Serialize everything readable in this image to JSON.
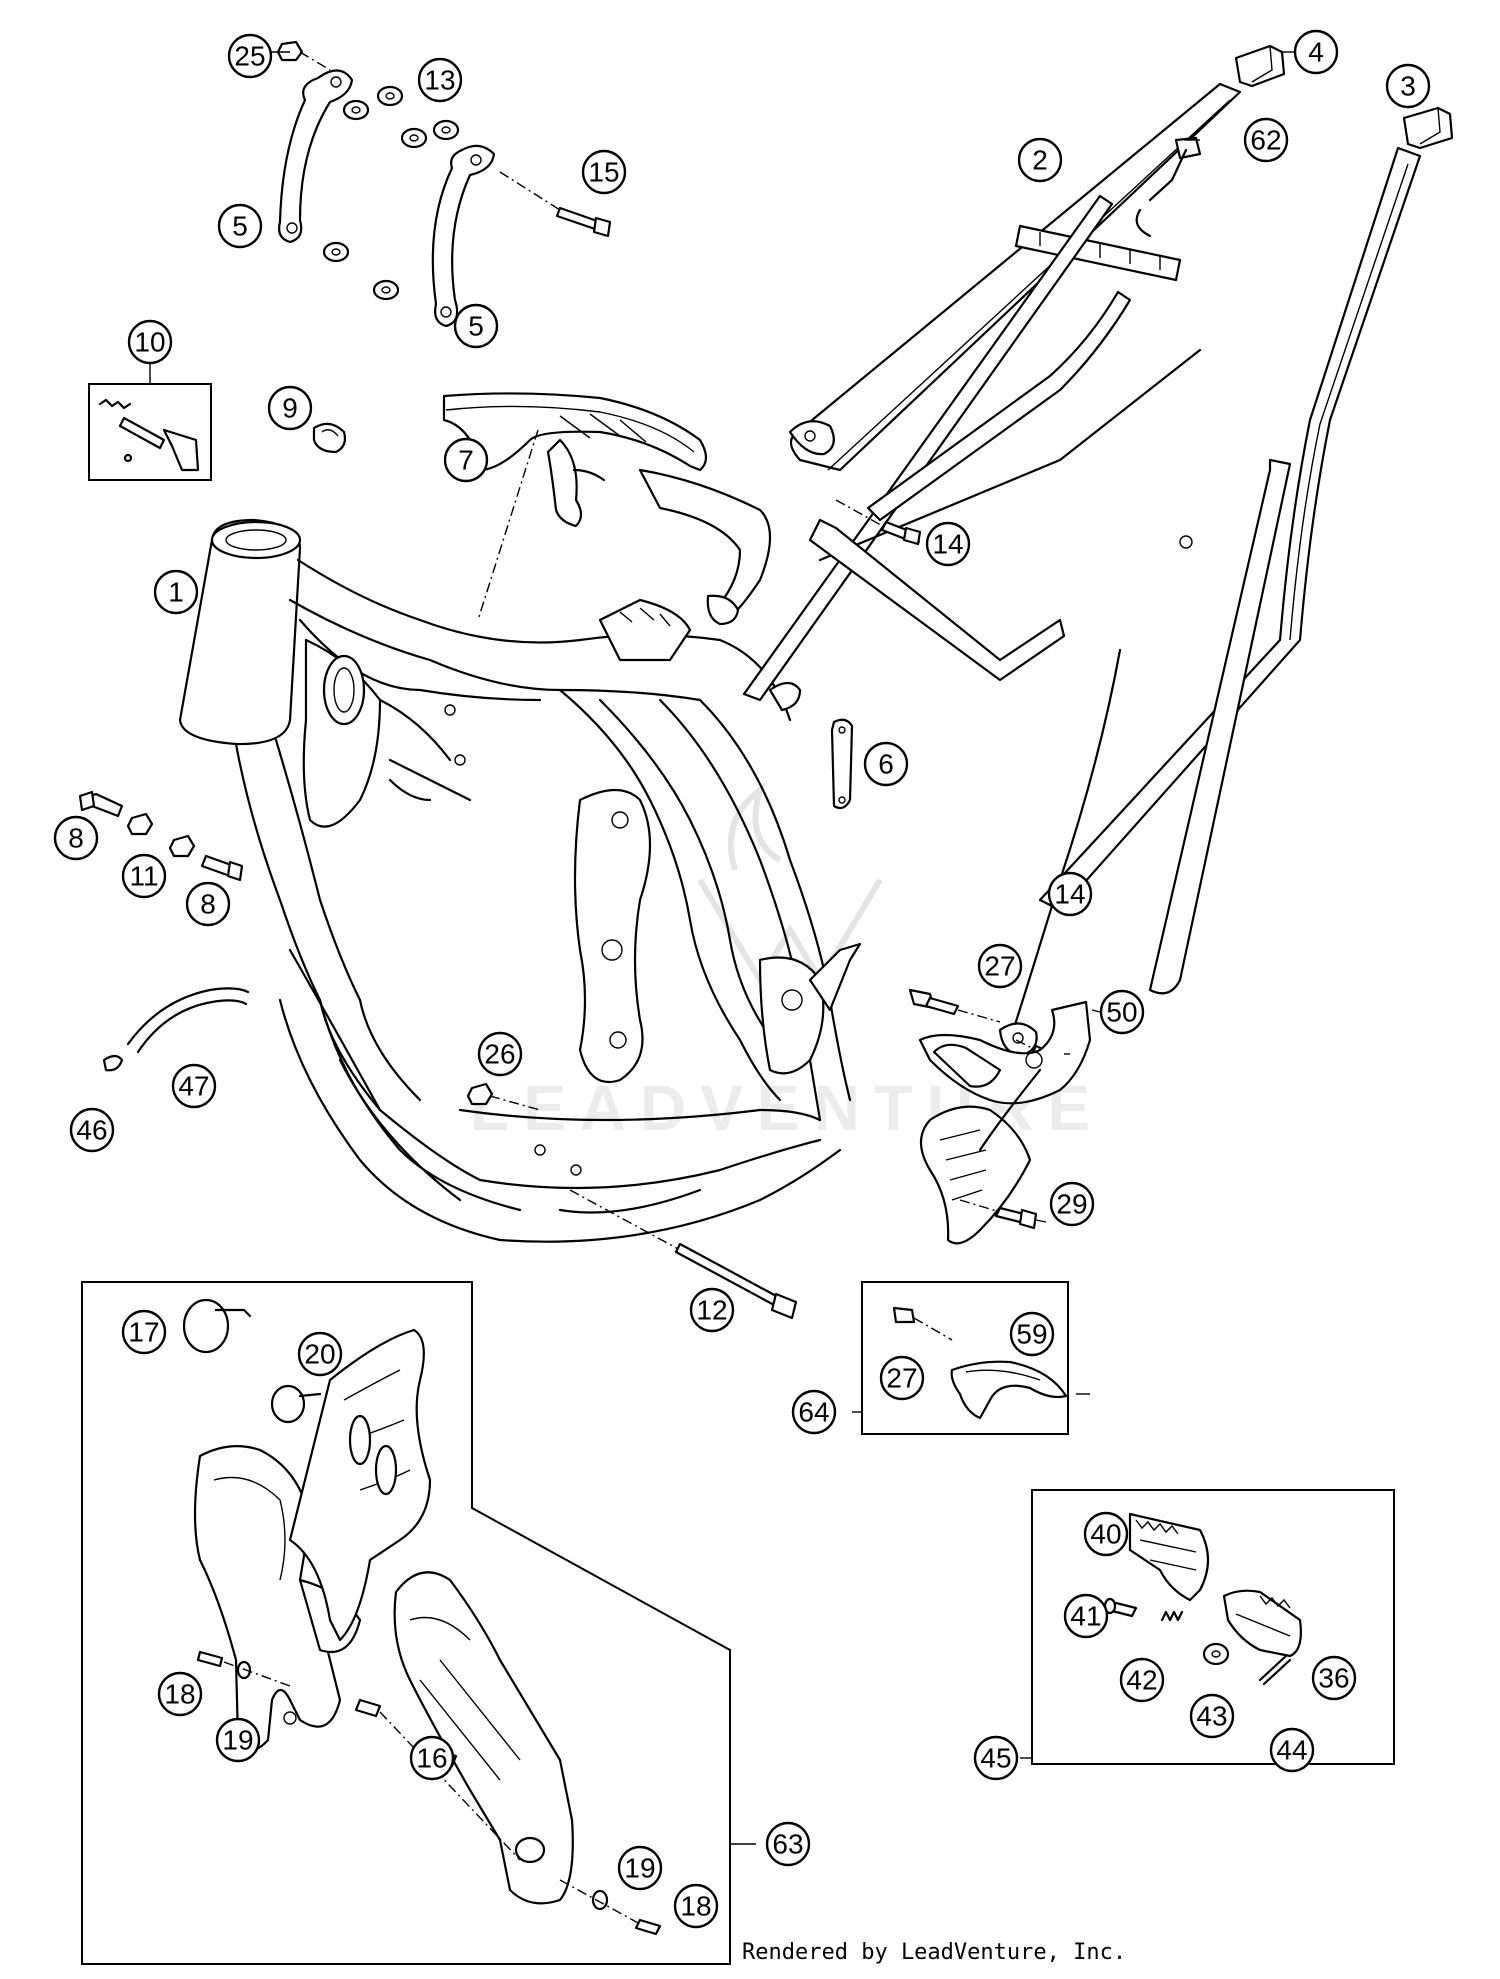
{
  "footer_text": "Rendered by LeadVenture, Inc.",
  "callouts": [
    "1",
    "2",
    "3",
    "4",
    "5",
    "5",
    "6",
    "7",
    "8",
    "8",
    "9",
    "10",
    "11",
    "12",
    "13",
    "14",
    "14",
    "15",
    "16",
    "17",
    "18",
    "18",
    "19",
    "19",
    "20",
    "25",
    "26",
    "27",
    "27",
    "29",
    "36",
    "40",
    "41",
    "42",
    "43",
    "44",
    "45",
    "46",
    "47",
    "50",
    "59",
    "62",
    "63",
    "64"
  ]
}
